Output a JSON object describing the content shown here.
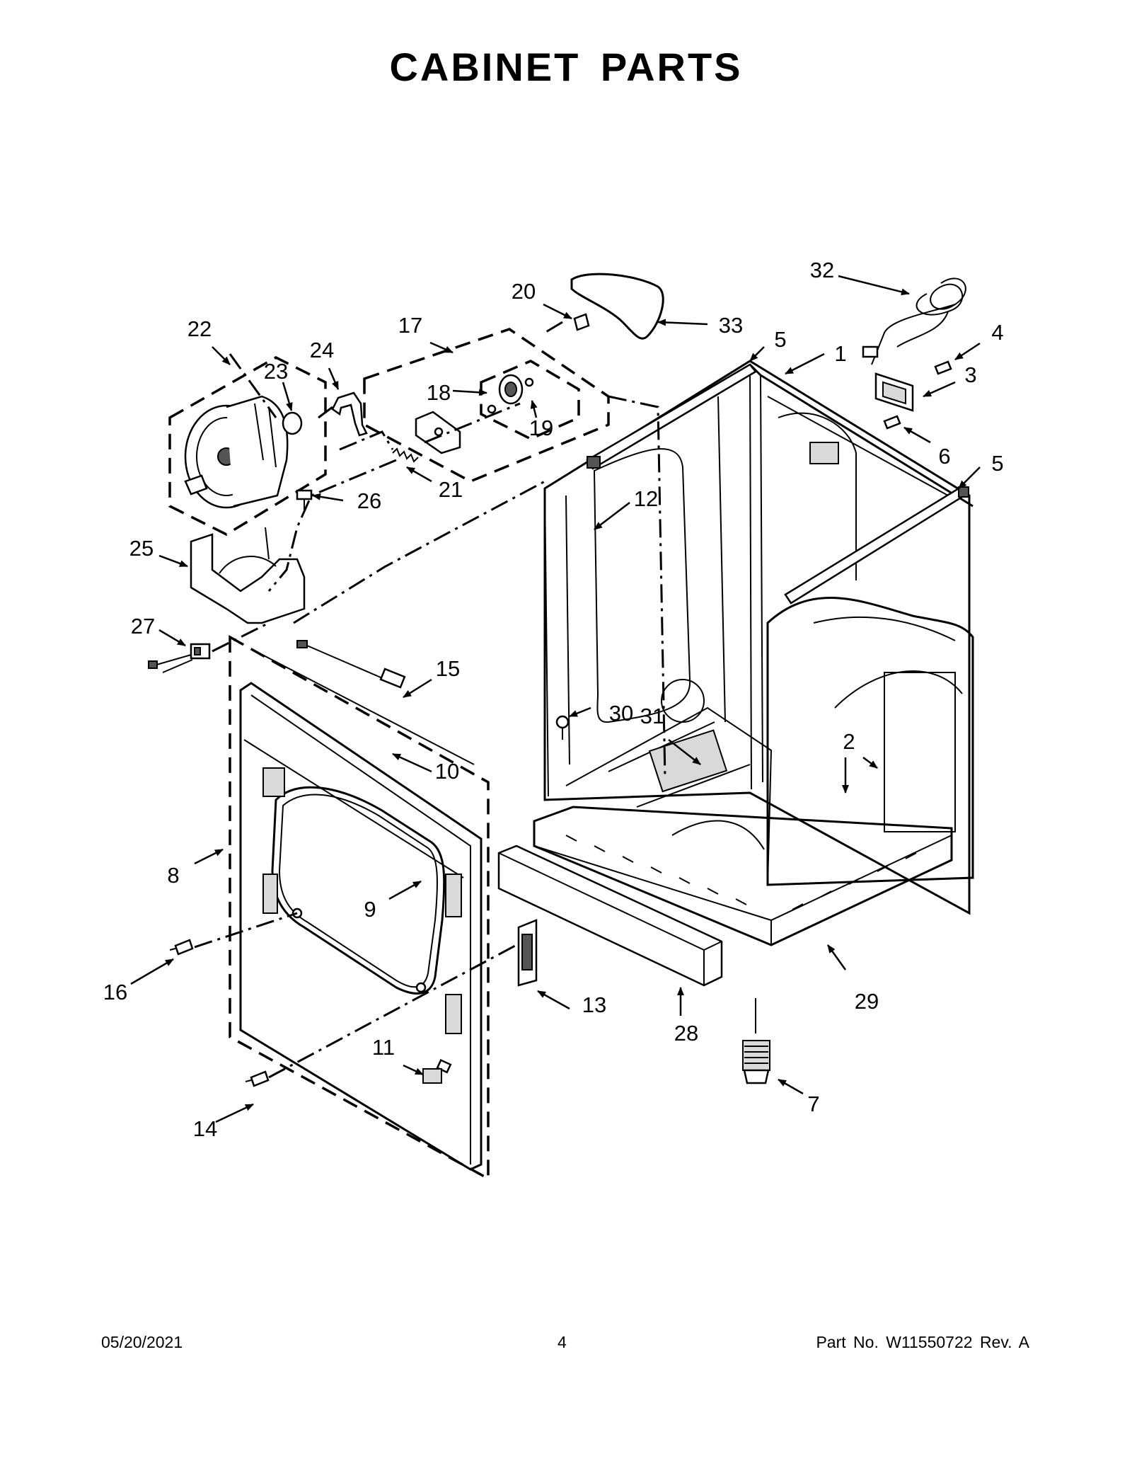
{
  "title": "CABINET PARTS",
  "footer": {
    "date": "05/20/2021",
    "page": "4",
    "part_number": "Part No.  W11550722  Rev.  A"
  },
  "callouts": {
    "c1": "1",
    "c2": "2",
    "c3": "3",
    "c4": "4",
    "c5a": "5",
    "c5b": "5",
    "c6": "6",
    "c7": "7",
    "c8": "8",
    "c9": "9",
    "c10": "10",
    "c11": "11",
    "c12": "12",
    "c13": "13",
    "c14": "14",
    "c15": "15",
    "c16": "16",
    "c17": "17",
    "c18": "18",
    "c19": "19",
    "c20": "20",
    "c21": "21",
    "c22": "22",
    "c23": "23",
    "c24": "24",
    "c25": "25",
    "c26": "26",
    "c27": "27",
    "c28": "28",
    "c29": "29",
    "c30": "30",
    "c31": "31",
    "c32": "32",
    "c33": "33"
  }
}
